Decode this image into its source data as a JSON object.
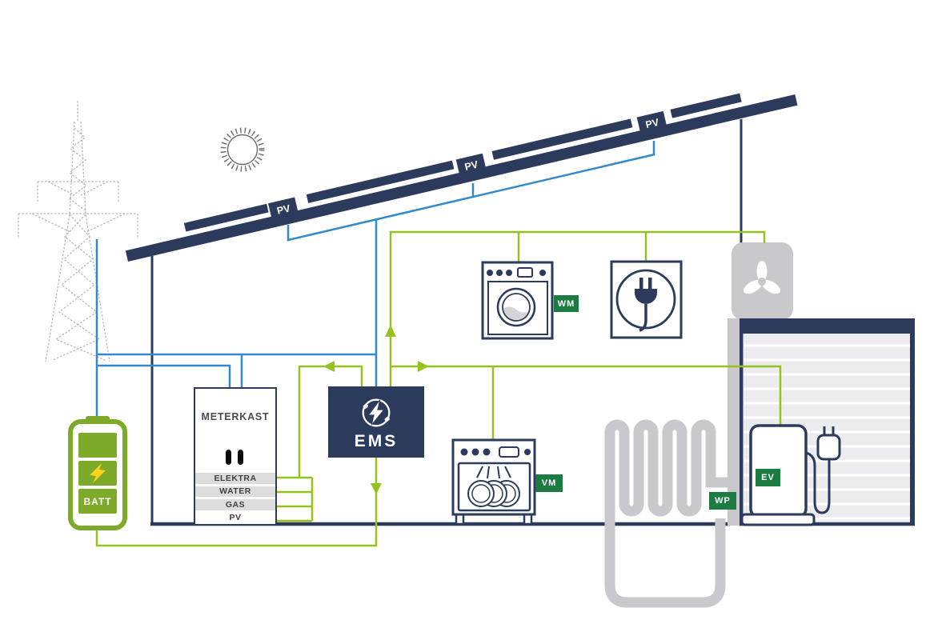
{
  "colors": {
    "navy": "#2c3a5c",
    "blue": "#3489cb",
    "green": "#96c21f",
    "badge_green": "#1b7b40",
    "battery_green": "#7dab29",
    "bolt_yellow": "#ffd21e",
    "gray": "#c9c9cd",
    "door_gray": "#ececef",
    "row_gray": "#dcdcdc",
    "pylon": "#b7b7c0"
  },
  "roof": {
    "pv_labels": [
      "PV",
      "PV",
      "PV"
    ]
  },
  "meterkast": {
    "title": "METERKAST",
    "rows": [
      "ELEKTRA",
      "WATER",
      "GAS",
      "PV"
    ]
  },
  "ems": {
    "label": "EMS"
  },
  "battery": {
    "label": "BATT"
  },
  "devices": {
    "washing_machine": "WM",
    "dishwasher": "VM",
    "heat_pump": "WP",
    "ev_charger": "EV"
  }
}
